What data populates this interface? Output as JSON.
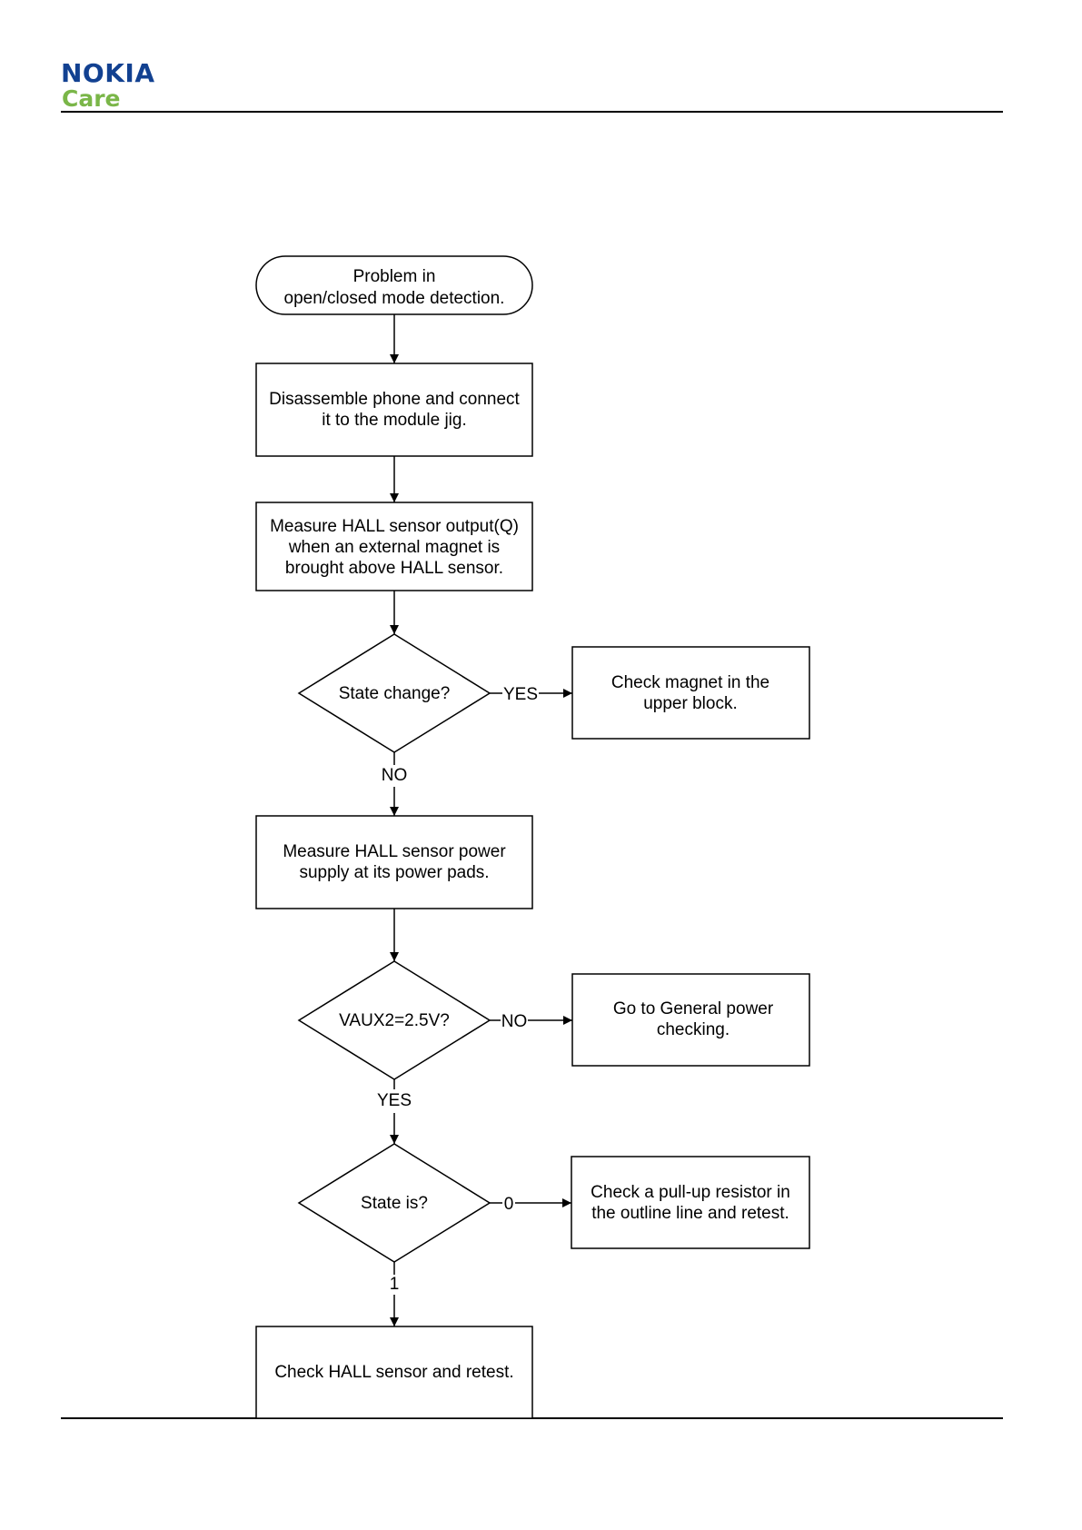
{
  "header": {
    "logo_word": "NOKIA",
    "logo_sub": "Care"
  },
  "colors": {
    "brand_blue": "#124191",
    "care_green": "#7ab648",
    "line": "#000000"
  },
  "flowchart": {
    "start": [
      "Problem in",
      "open/closed mode detection."
    ],
    "step1": [
      "Disassemble phone and connect",
      "it to the module jig."
    ],
    "step2": [
      "Measure HALL sensor output(Q)",
      "when an external magnet is",
      "brought above HALL sensor."
    ],
    "decision1": "State change?",
    "decision1_yes": "YES",
    "decision1_no": "NO",
    "result1": [
      "Check magnet in the",
      "upper block."
    ],
    "step3": [
      "Measure HALL sensor power",
      "supply at its power pads."
    ],
    "decision2": "VAUX2=2.5V?",
    "decision2_no": "NO",
    "decision2_yes": "YES",
    "result2": [
      "Go to General power",
      "checking."
    ],
    "decision3": "State is?",
    "decision3_zero": "0",
    "decision3_one": "1",
    "result3": [
      "Check a pull-up resistor in",
      "the outline line and retest."
    ],
    "end": [
      "Check HALL sensor and retest."
    ]
  }
}
